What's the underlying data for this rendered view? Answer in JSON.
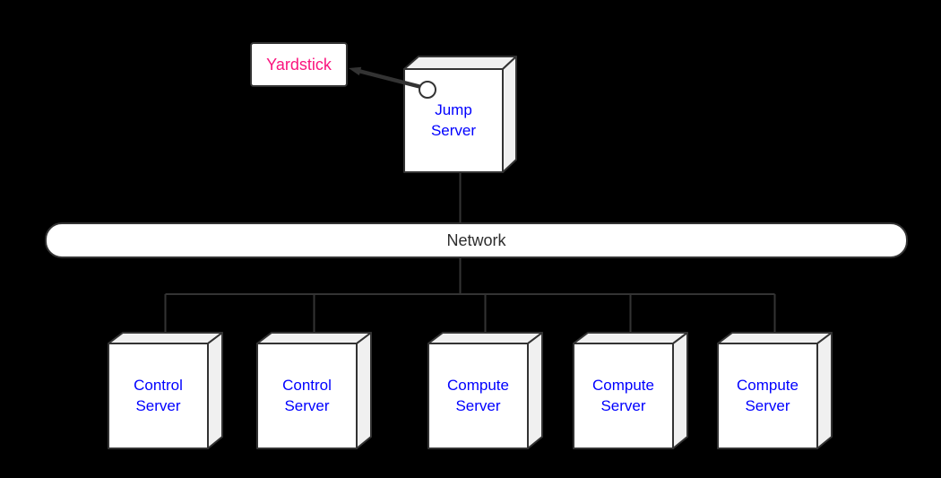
{
  "diagram": {
    "background_color": "#000000",
    "stroke_color": "#333333",
    "box_front_color": "#ffffff",
    "box_side_color": "#f0f0f0",
    "server_label_color": "#0000ff",
    "yardstick_label_color": "#fa147e",
    "network_label_color": "#2d2d2d",
    "yardstick": {
      "label": "Yardstick"
    },
    "jump_server": {
      "label": "Jump\nServer"
    },
    "network": {
      "label": "Network"
    },
    "servers": [
      {
        "label": "Control\nServer"
      },
      {
        "label": "Control\nServer"
      },
      {
        "label": "Compute\nServer"
      },
      {
        "label": "Compute\nServer"
      },
      {
        "label": "Compute\nServer"
      }
    ]
  }
}
